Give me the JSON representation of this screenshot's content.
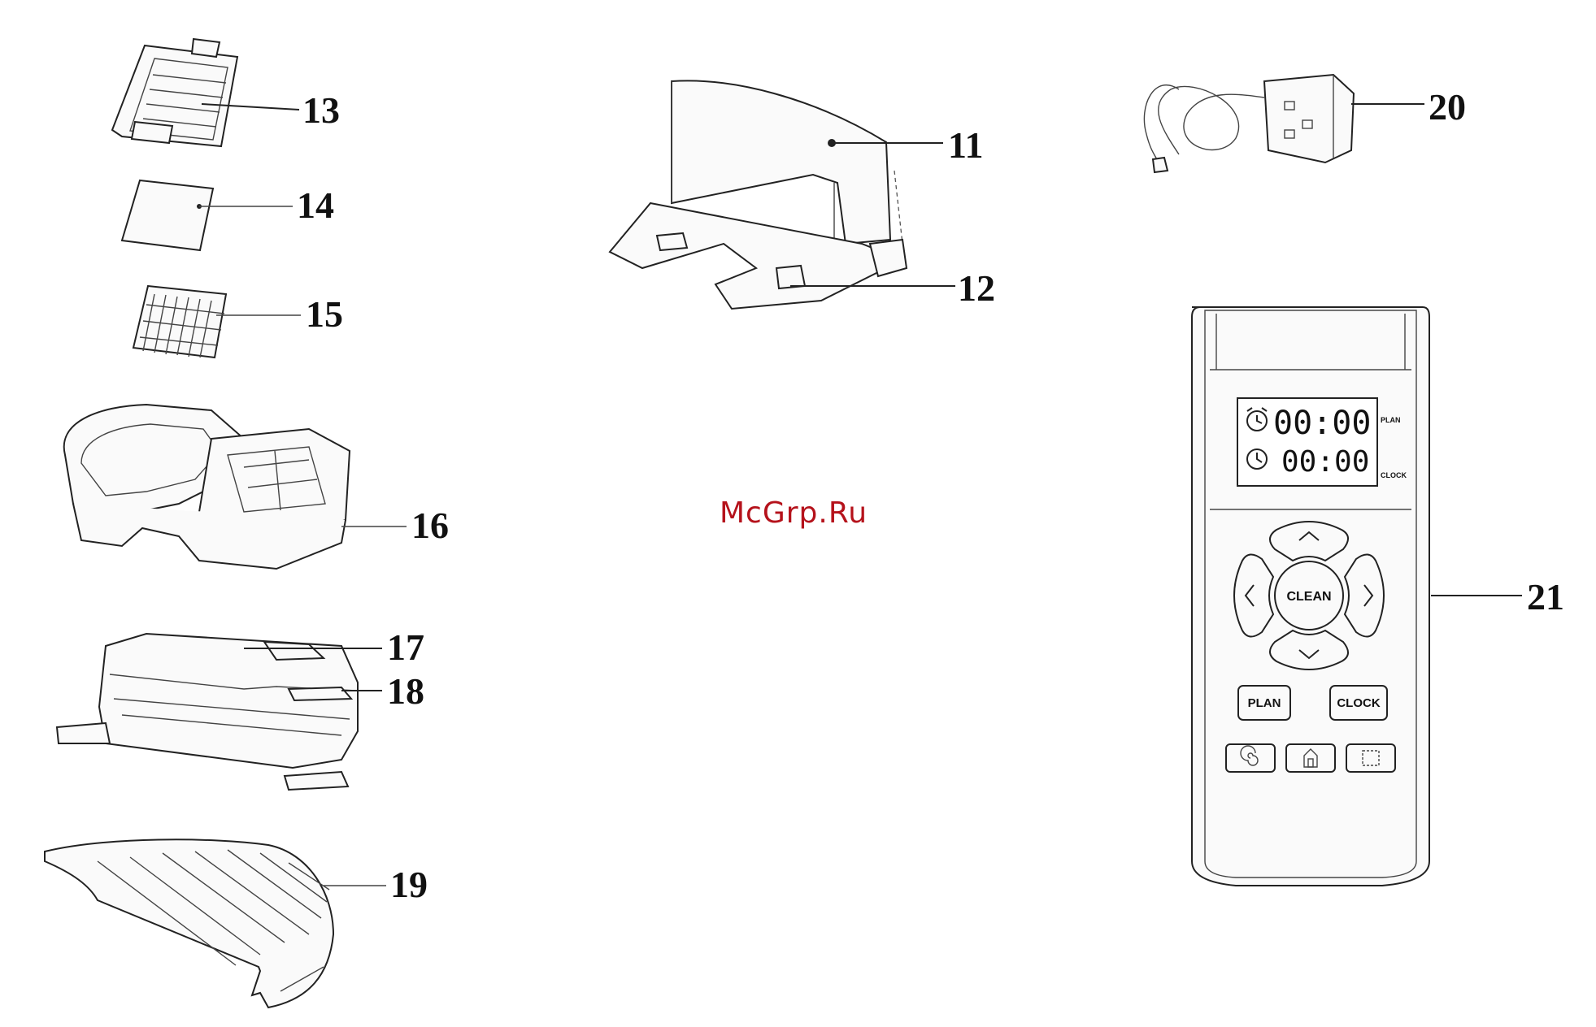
{
  "callouts": {
    "p11": "11",
    "p12": "12",
    "p13": "13",
    "p14": "14",
    "p15": "15",
    "p16": "16",
    "p17": "17",
    "p18": "18",
    "p19": "19",
    "p20": "20",
    "p21": "21"
  },
  "watermark": "McGrp.Ru",
  "remote": {
    "plan_time": "00:00",
    "clock_time": "00:00",
    "plan_tag": "PLAN",
    "clock_tag": "CLOCK",
    "clean_label": "CLEAN",
    "plan_button": "PLAN",
    "clock_button": "CLOCK"
  },
  "colors": {
    "watermark": "#b5121b",
    "ink": "#111111"
  }
}
